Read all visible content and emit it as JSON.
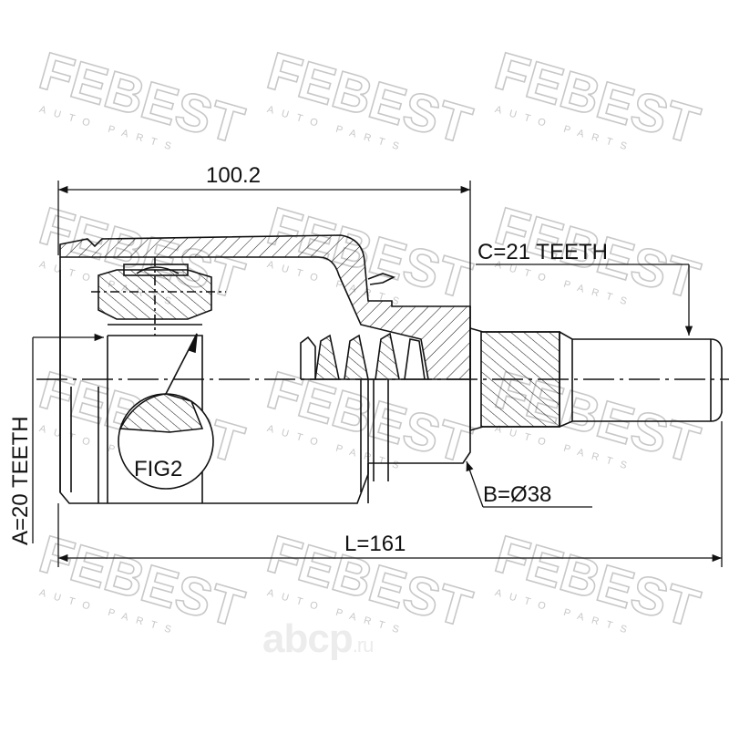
{
  "watermark": {
    "brand": "FEBEST",
    "sub": "AUTO PARTS",
    "site": "abcp",
    "site_tld": ".ru"
  },
  "dimensions": {
    "top_length": "100.2",
    "total_length": "L=161",
    "outer_spline": "C=21 TEETH",
    "inner_spline": "A=20 TEETH",
    "diameter": "B=Ø38",
    "fig_label": "FIG2"
  },
  "colors": {
    "line": "#111111",
    "watermark": "#c8c8c8"
  }
}
